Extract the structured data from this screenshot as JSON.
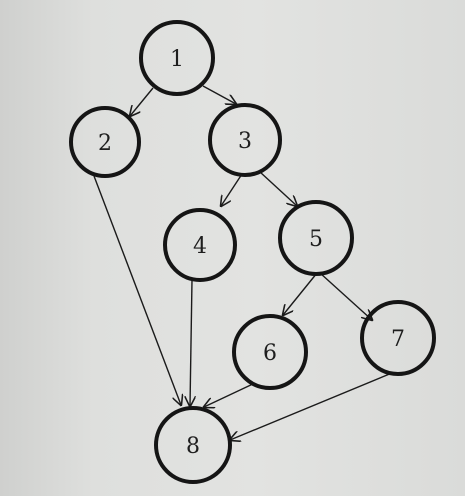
{
  "nodes": [
    {
      "id": "1",
      "label": "1"
    },
    {
      "id": "2",
      "label": "2"
    },
    {
      "id": "3",
      "label": "3"
    },
    {
      "id": "4",
      "label": "4"
    },
    {
      "id": "5",
      "label": "5"
    },
    {
      "id": "6",
      "label": "6"
    },
    {
      "id": "7",
      "label": "7"
    },
    {
      "id": "8",
      "label": "8"
    }
  ],
  "edges": [
    {
      "from": "1",
      "to": "2"
    },
    {
      "from": "1",
      "to": "3"
    },
    {
      "from": "3",
      "to": "4"
    },
    {
      "from": "3",
      "to": "5"
    },
    {
      "from": "5",
      "to": "6"
    },
    {
      "from": "5",
      "to": "7"
    },
    {
      "from": "2",
      "to": "8"
    },
    {
      "from": "4",
      "to": "8"
    },
    {
      "from": "6",
      "to": "8"
    },
    {
      "from": "7",
      "to": "8"
    }
  ]
}
